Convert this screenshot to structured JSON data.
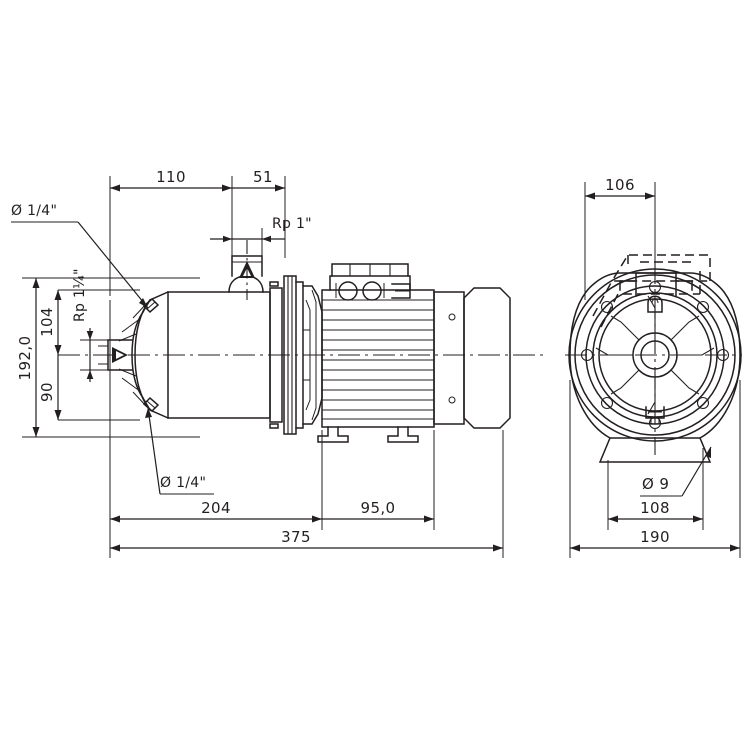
{
  "drawing": {
    "title": "Multistage centrifugal pump dimensional drawing",
    "background_color": "#ffffff",
    "line_color": "#231f20",
    "views": {
      "side": {
        "name": "side-elevation-view"
      },
      "end": {
        "name": "end-flange-view"
      }
    }
  },
  "dimensions": {
    "top_left_1": "110",
    "top_left_2": "51",
    "port_discharge": "Rp 1\"",
    "port_suction": "Rp 1¼\"",
    "vent_top": "Ø 1/4\"",
    "drain_bottom": "Ø 1/4\"",
    "height_overall": "192,0",
    "height_upper": "104",
    "height_lower": "90",
    "length_pump": "204",
    "length_motor": "95,0",
    "length_overall": "375",
    "end_top": "106",
    "end_bolt_hole": "Ø 9",
    "end_base_bolt_span": "108",
    "end_width_overall": "190"
  },
  "annotations": {
    "discharge_arrow": "arrow-up-triangle",
    "suction_arrow": "arrow-right-triangle"
  }
}
